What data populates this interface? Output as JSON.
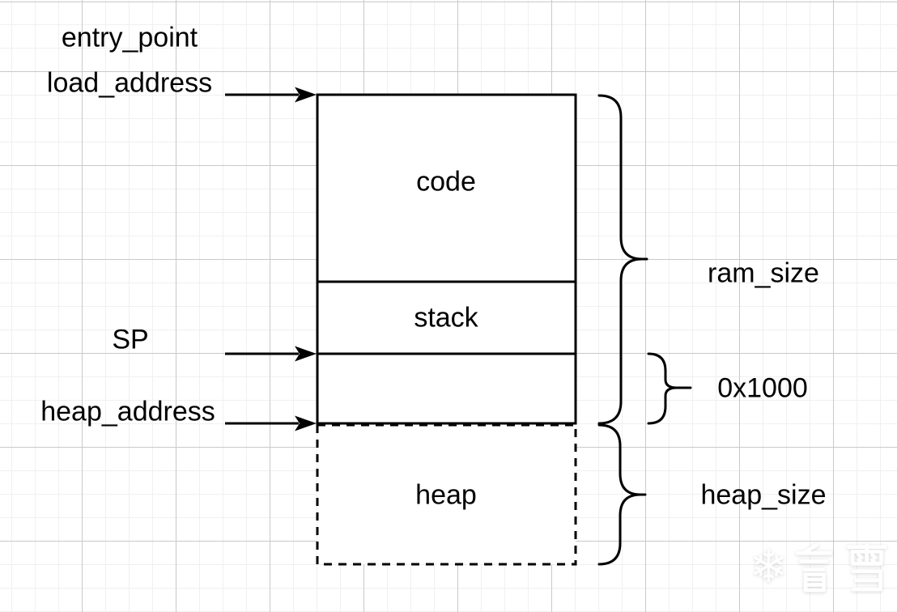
{
  "colors": {
    "background": "#ffffff",
    "grid_minor": "#f0f0f0",
    "grid_major": "#c9c9c9",
    "stroke": "#000000",
    "text": "#000000",
    "watermark": "#ffffff"
  },
  "labels": {
    "entry_point": "entry_point",
    "load_address": "load_address",
    "sp": "SP",
    "heap_address": "heap_address",
    "code": "code",
    "stack": "stack",
    "heap": "heap",
    "ram_size": "ram_size",
    "stack_heap_gap": "0x1000",
    "heap_size": "heap_size"
  },
  "watermark": {
    "icon_glyph": "❄",
    "brand": "看雪"
  }
}
